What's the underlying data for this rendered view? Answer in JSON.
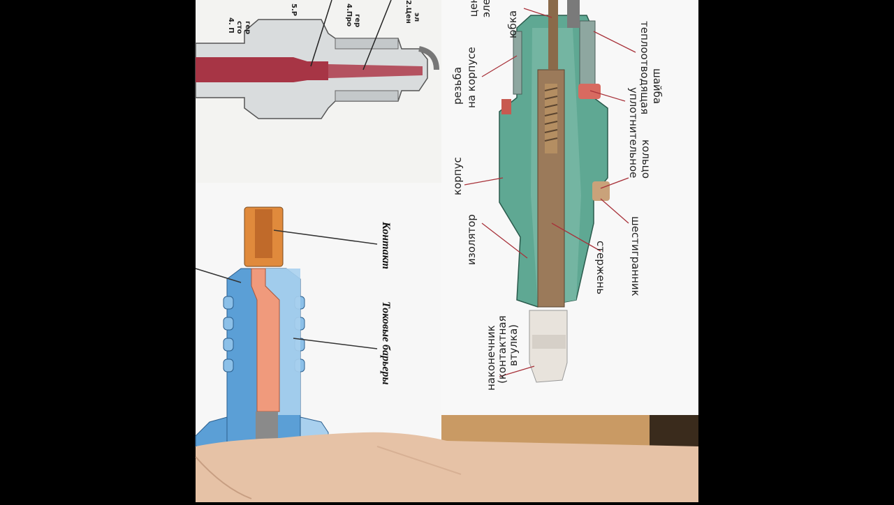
{
  "photo": {
    "left_sheet_top": {
      "labels": [
        "4. П",
        "сто",
        "гер",
        "5.Р",
        "4.Про",
        "гер",
        "2.Цен",
        "эл"
      ]
    },
    "left_sheet_bottom": {
      "labels": [
        "Контакт",
        "Токовые барьеры"
      ]
    },
    "right_sheet": {
      "labels": [
        "цен",
        "эле",
        "юбка",
        "теплоотводящая",
        "шайба",
        "резьба",
        "на корпусе",
        "уплотнительное",
        "кольцо",
        "корпус",
        "изолятор",
        "шестигранник",
        "стержень",
        "наконечник",
        "(контактная",
        "втулка)"
      ]
    }
  }
}
